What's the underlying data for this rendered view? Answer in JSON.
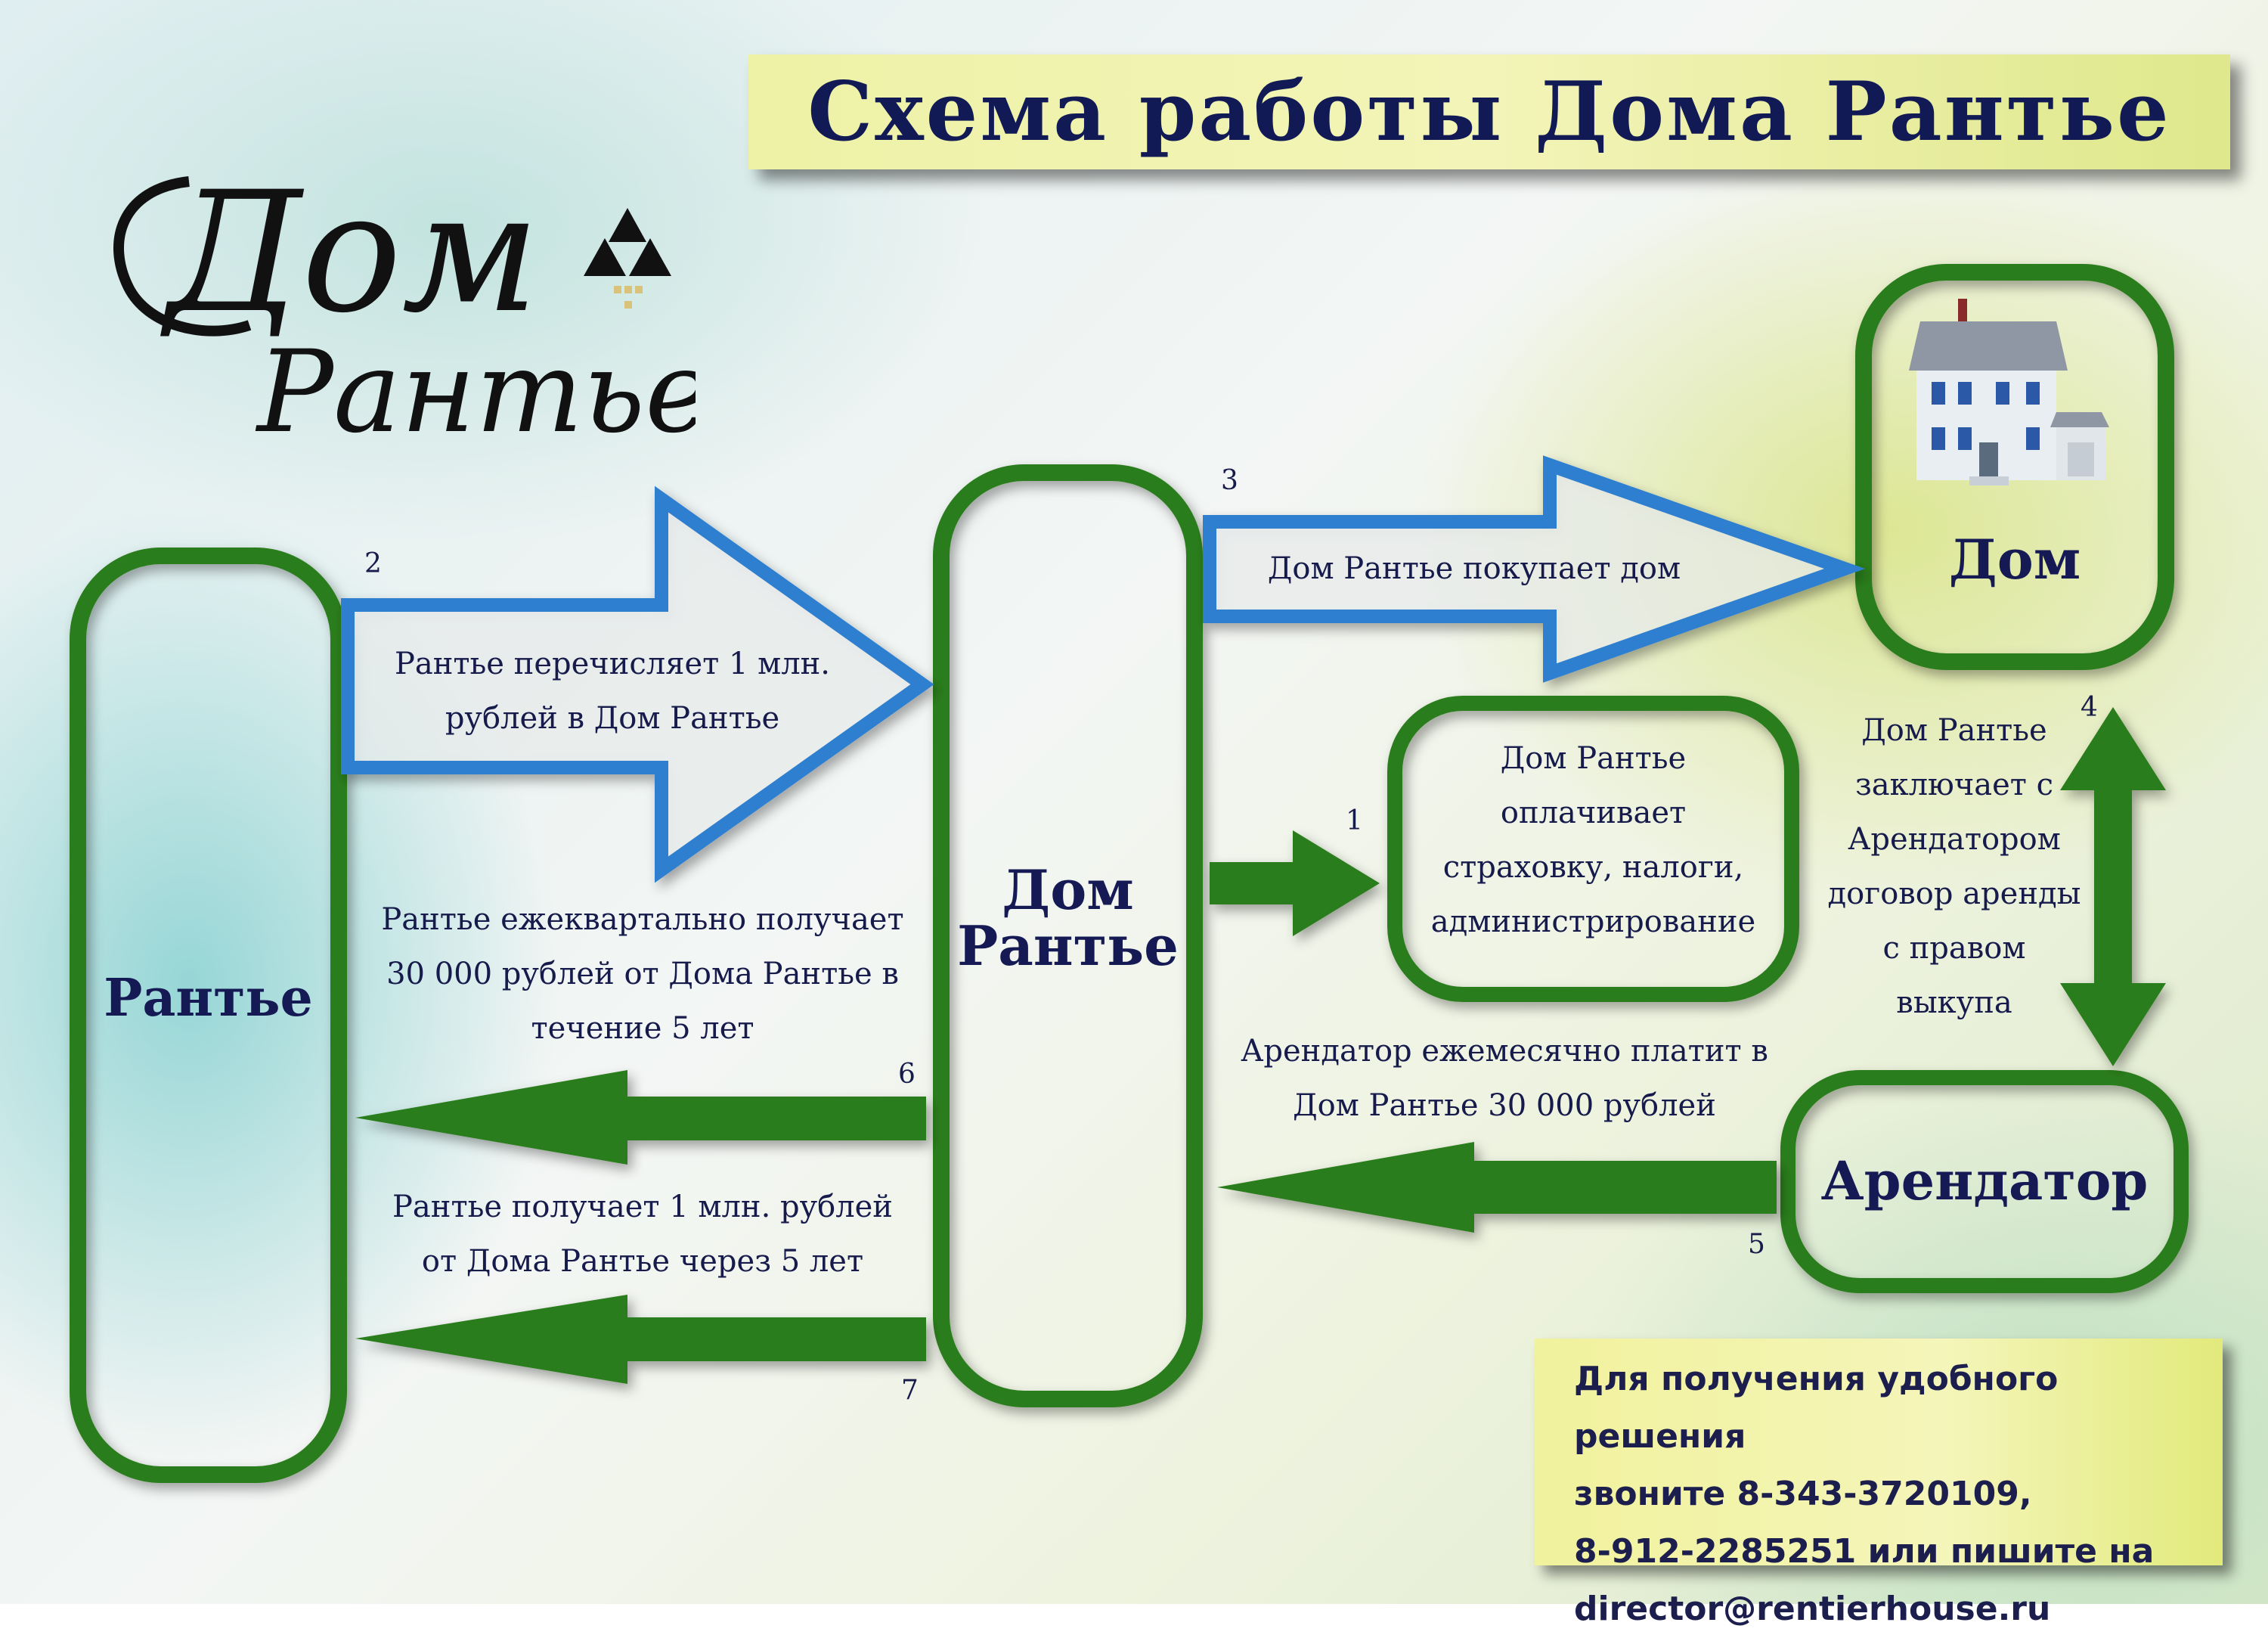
{
  "title": "Схема работы Дома Рантье",
  "logo": {
    "line1": "Дом",
    "line2": "Рантье"
  },
  "nodes": {
    "rentier": "Рантье",
    "dom_rentier": [
      "Дом",
      "Рантье"
    ],
    "dom": "Дом",
    "arendator": "Арендатор",
    "expenses": [
      "Дом Рантье",
      "оплачивает",
      "страховку, налоги,",
      "администрирование"
    ]
  },
  "steps": [
    {
      "num": "1",
      "text": []
    },
    {
      "num": "2",
      "text": [
        "Рантье перечисляет 1 млн.",
        "рублей в Дом Рантье"
      ]
    },
    {
      "num": "3",
      "text": [
        "Дом Рантье покупает дом"
      ]
    },
    {
      "num": "4",
      "text": [
        "Дом Рантье",
        "заключает с",
        "Арендатором",
        "договор аренды",
        "с правом",
        "выкупа"
      ]
    },
    {
      "num": "5",
      "text": [
        "Арендатор ежемесячно платит в",
        "Дом Рантье 30 000 рублей"
      ]
    },
    {
      "num": "6",
      "text": [
        "Рантье ежеквартально получает",
        "30 000 рублей от Дома Рантье в",
        "течение 5 лет"
      ]
    },
    {
      "num": "7",
      "text": [
        "Рантье получает 1 млн. рублей",
        "от Дома Рантье через 5 лет"
      ]
    }
  ],
  "contact": [
    "Для получения удобного решения",
    "звоните 8-343-3720109,",
    "8-912-2285251 или пишите на",
    "director@rentierhouse.ru"
  ],
  "colors": {
    "green": "#2b7d1a",
    "blue": "#2f7fd0",
    "navy": "#161b4c",
    "banner": "#eef2a6"
  }
}
